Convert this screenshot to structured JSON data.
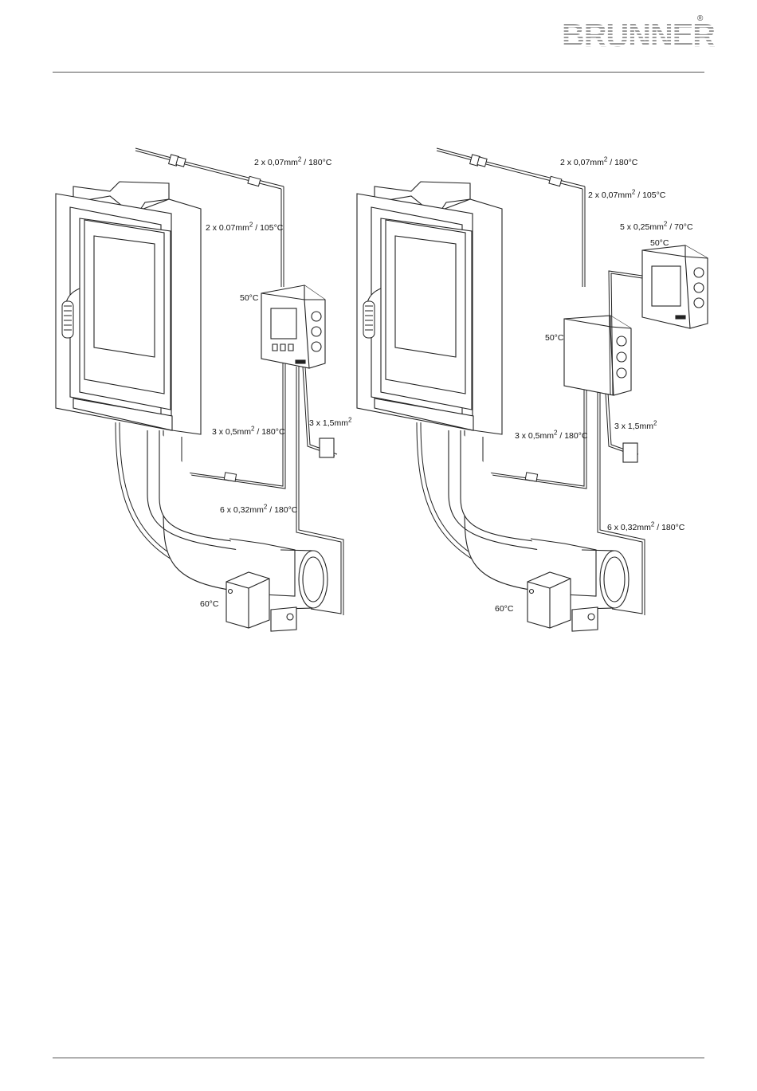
{
  "brand": {
    "name": "BRUNNER",
    "registered": "®"
  },
  "left_diagram": {
    "labels": [
      {
        "id": "top-wire",
        "pre": "2 x 0,07mm",
        "sup": "2",
        "post": " / 180°C"
      },
      {
        "id": "mid-wire",
        "pre": "2 x 0.07mm",
        "sup": "2",
        "post": " / 105°C"
      },
      {
        "id": "panel-temp",
        "pre": "50°C",
        "sup": "",
        "post": ""
      },
      {
        "id": "power-wire",
        "pre": "3 x 1,5mm",
        "sup": "2",
        "post": ""
      },
      {
        "id": "lower-wire",
        "pre": "3 x 0,5mm",
        "sup": "2",
        "post": " / 180°C"
      },
      {
        "id": "damper-wire",
        "pre": "6 x 0,32mm",
        "sup": "2",
        "post": " / 180°C"
      },
      {
        "id": "damper-temp",
        "pre": "60°C",
        "sup": "",
        "post": ""
      }
    ]
  },
  "right_diagram": {
    "labels": [
      {
        "id": "top-wire",
        "pre": "2 x 0,07mm",
        "sup": "2",
        "post": " / 180°C"
      },
      {
        "id": "mid-wire",
        "pre": "2 x 0,07mm",
        "sup": "2",
        "post": " / 105°C"
      },
      {
        "id": "display-wire",
        "pre": "5 x 0,25mm",
        "sup": "2",
        "post": " / 70°C"
      },
      {
        "id": "display-temp",
        "pre": "50°C",
        "sup": "",
        "post": ""
      },
      {
        "id": "box-temp",
        "pre": "50°C",
        "sup": "",
        "post": ""
      },
      {
        "id": "power-wire",
        "pre": "3 x 1,5mm",
        "sup": "2",
        "post": ""
      },
      {
        "id": "lower-wire",
        "pre": "3 x 0,5mm",
        "sup": "2",
        "post": " / 180°C"
      },
      {
        "id": "damper-wire",
        "pre": "6 x 0,32mm",
        "sup": "2",
        "post": " / 180°C"
      },
      {
        "id": "damper-temp",
        "pre": "60°C",
        "sup": "",
        "post": ""
      }
    ]
  }
}
